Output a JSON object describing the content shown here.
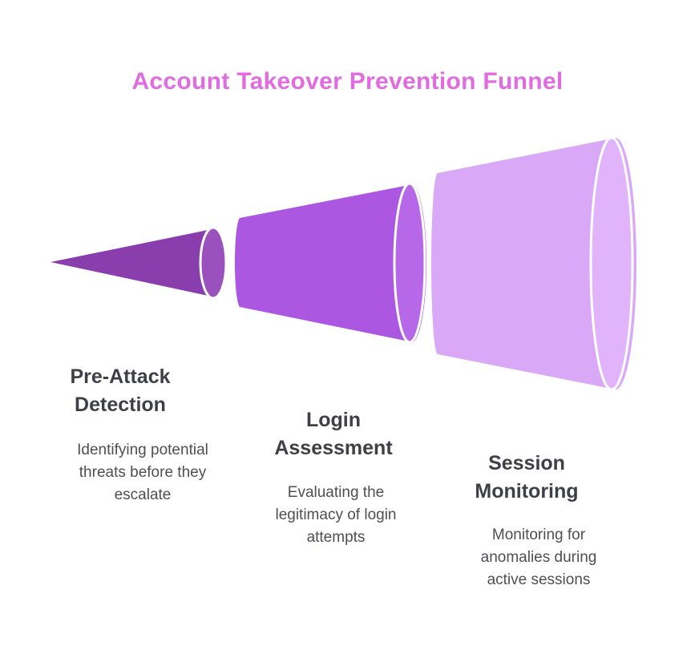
{
  "title": {
    "text": "Account Takeover Prevention Funnel",
    "color": "#e06ce0"
  },
  "funnel": {
    "label_color": "#3f4047",
    "description_color": "#4e4f54",
    "stages": [
      {
        "label": "Pre-Attack Detection",
        "description": "Identifying potential threats before they escalate",
        "body_color": "#8a3dac",
        "cap_color": "#9b51bd"
      },
      {
        "label": "Login Assessment",
        "description": "Evaluating the legitimacy of login attempts",
        "body_color": "#ab57e2",
        "cap_color": "#b768e9"
      },
      {
        "label": "Session Monitoring",
        "description": "Monitoring for anomalies during active sessions",
        "body_color": "#d9a8f7",
        "cap_color": "#e0b3fa"
      }
    ]
  }
}
